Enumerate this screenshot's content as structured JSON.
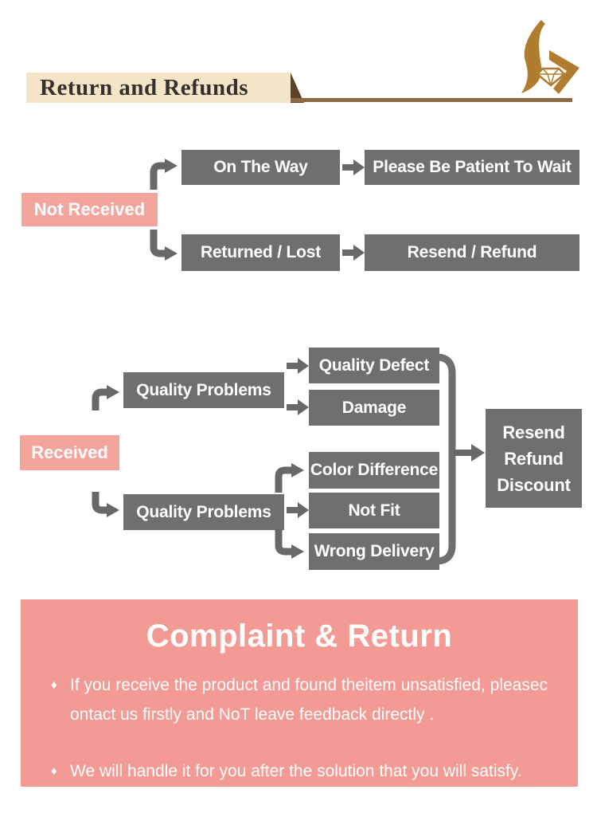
{
  "header": {
    "title": "Return and Refunds",
    "logo_icon": "flame-diamond-logo",
    "colors": {
      "banner_bg": "#f5e5c8",
      "banner_text": "#35302b",
      "underline": "#8d6a43",
      "fold": "#5e4124",
      "logo_gold": "#b07d2e"
    }
  },
  "flow_not_received": {
    "root": "Not Received",
    "rows": [
      {
        "step": "On The Way",
        "result": "Please Be Patient To Wait"
      },
      {
        "step": "Returned / Lost",
        "result": "Resend / Refund"
      }
    ]
  },
  "flow_received": {
    "root": "Received",
    "top_branch": {
      "label": "Quality Problems",
      "children": [
        "Quality Defect",
        "Damage"
      ]
    },
    "bottom_branch": {
      "label": "Quality Problems",
      "children": [
        "Color Difference",
        "Not Fit",
        "Wrong Delivery"
      ]
    },
    "outcome": {
      "lines": [
        "Resend",
        "Refund",
        "Discount"
      ]
    }
  },
  "complaint": {
    "title": "Complaint & Return",
    "bullet_icon": "♦",
    "bullets": [
      {
        "lines": [
          "If you receive the product and found theitem unsatisfied, pleasec",
          "ontact us firstly and NoT leave feedback directly ."
        ]
      },
      {
        "lines": [
          "We will handle it for you after the solution that you will satisfy."
        ]
      }
    ]
  },
  "colors": {
    "flow_box_gray": "#6f6f6f",
    "flow_arrow_gray": "#686868",
    "flow_pink": "#f3a49c",
    "complaint_pink": "#f29a93",
    "flow_text": "#ffffff"
  }
}
